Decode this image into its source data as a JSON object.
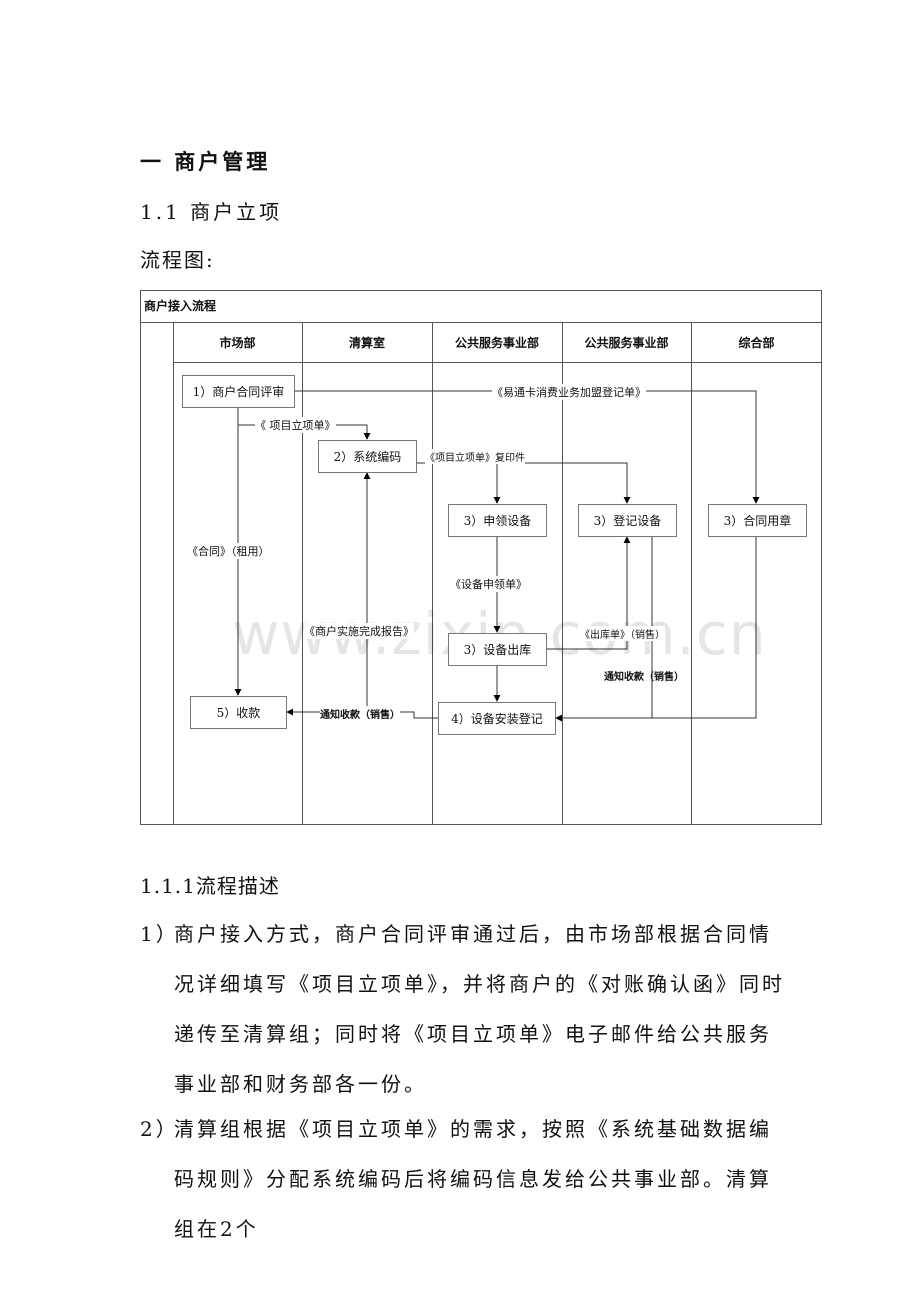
{
  "heading1": "一 商户管理",
  "heading2": "1.1 商户立项",
  "flow_label": "流程图:",
  "diagram": {
    "title": "商户接入流程",
    "columns": [
      "市场部",
      "清算室",
      "公共服务事业部",
      "公共服务事业部",
      "综合部"
    ],
    "boxes": {
      "b1": "1）商户合同评审",
      "b2": "2）系统编码",
      "b3a": "3）申领设备",
      "b3b": "3）登记设备",
      "b3c": "3）合同用章",
      "b3d": "3）设备出库",
      "b4": "4）设备安装登记",
      "b5": "5）收款"
    },
    "labels": {
      "l1": "《易通卡消费业务加盟登记单》",
      "l2": "《 项目立项单》",
      "l3": "《项目立项单》复印件",
      "l4": "《合同》（租用）",
      "l5": "《设备申领单》",
      "l6": "《商户实施完成报告》",
      "l7": "《出库单》（销售）",
      "l8": "通知收款（销售）",
      "l9": "通知收款（销售）"
    },
    "watermark": "www.zixin.com.cn"
  },
  "heading3": "1.1.1流程描述",
  "paragraphs": [
    {
      "num": "1）",
      "text": "商户接入方式，商户合同评审通过后，由市场部根据合同情况详细填写《项目立项单》，并将商户的《对账确认函》同时递传至清算组；同时将《项目立项单》电子邮件给公共服务事业部和财务部各一份。"
    },
    {
      "num": "2）",
      "text": "清算组根据《项目立项单》的需求，按照《系统基础数据编码规则》分配系统编码后将编码信息发给公共事业部。清算组在2个"
    }
  ]
}
